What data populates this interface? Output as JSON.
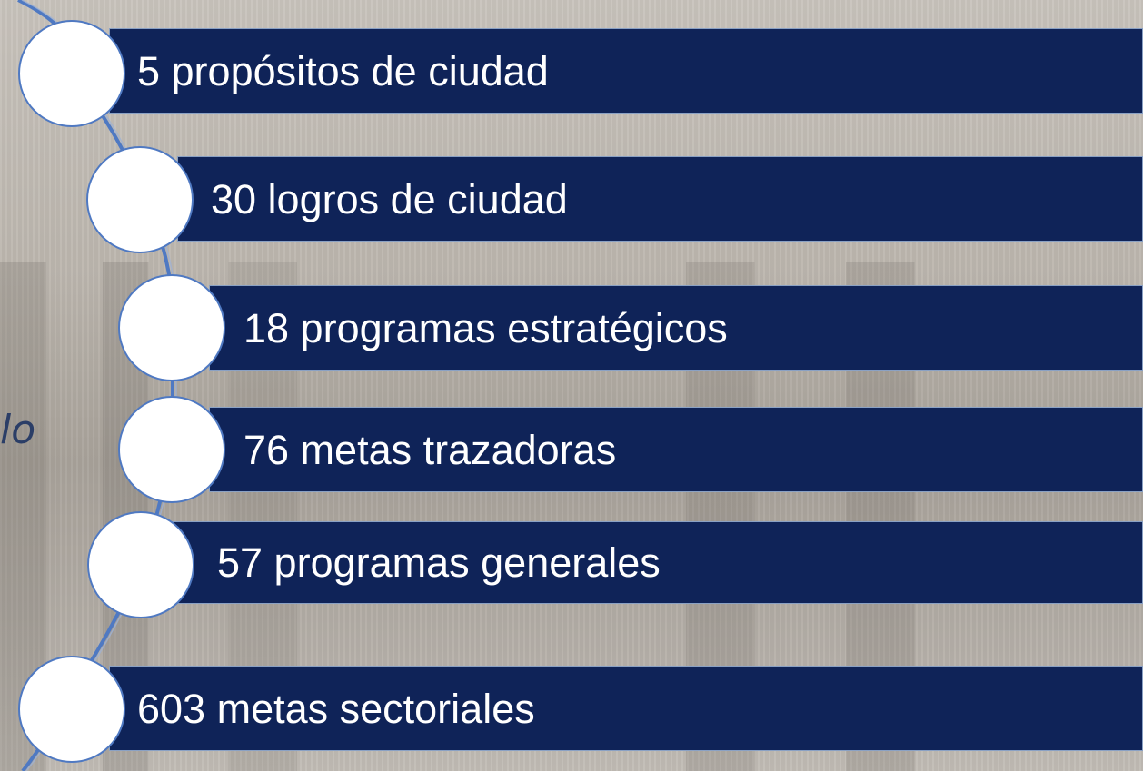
{
  "side_label": "lo",
  "steps": [
    {
      "label": "5 propósitos de ciudad"
    },
    {
      "label": "30 logros de ciudad"
    },
    {
      "label": "18 programas estratégicos"
    },
    {
      "label": "76 metas trazadoras"
    },
    {
      "label": "57 programas generales"
    },
    {
      "label": "603 metas sectoriales"
    }
  ],
  "colors": {
    "bar_fill": "#0f2358",
    "bar_text": "#ffffff",
    "circle_fill": "#ffffff",
    "circle_border": "#4f79c2",
    "connector": "#4f79c2"
  }
}
